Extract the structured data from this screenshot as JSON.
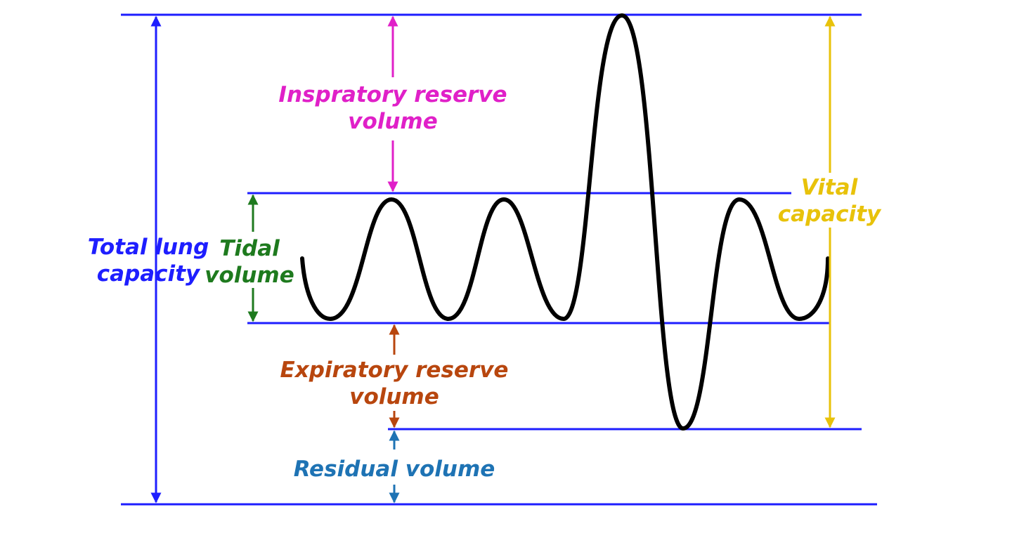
{
  "labels": {
    "irv_line1": "Inspratory reserve",
    "irv_line2": "volume",
    "tidal_line1": "Tidal",
    "tidal_line2": "volume",
    "erv_line1": "Expiratory reserve",
    "erv_line2": "volume",
    "residual": "Residual volume",
    "tlc_line1": "Total lung",
    "tlc_line2": "capacity",
    "vc_line1": "Vital",
    "vc_line2": "capacity"
  },
  "colors": {
    "reference_lines": "#1e1eff",
    "total_lung_capacity": "#1e1eff",
    "inspiratory_reserve": "#e020c8",
    "tidal": "#1e7a1e",
    "expiratory_reserve": "#b8460e",
    "residual": "#1e73b4",
    "vital_capacity": "#e8c20a",
    "trace": "#000000"
  }
}
